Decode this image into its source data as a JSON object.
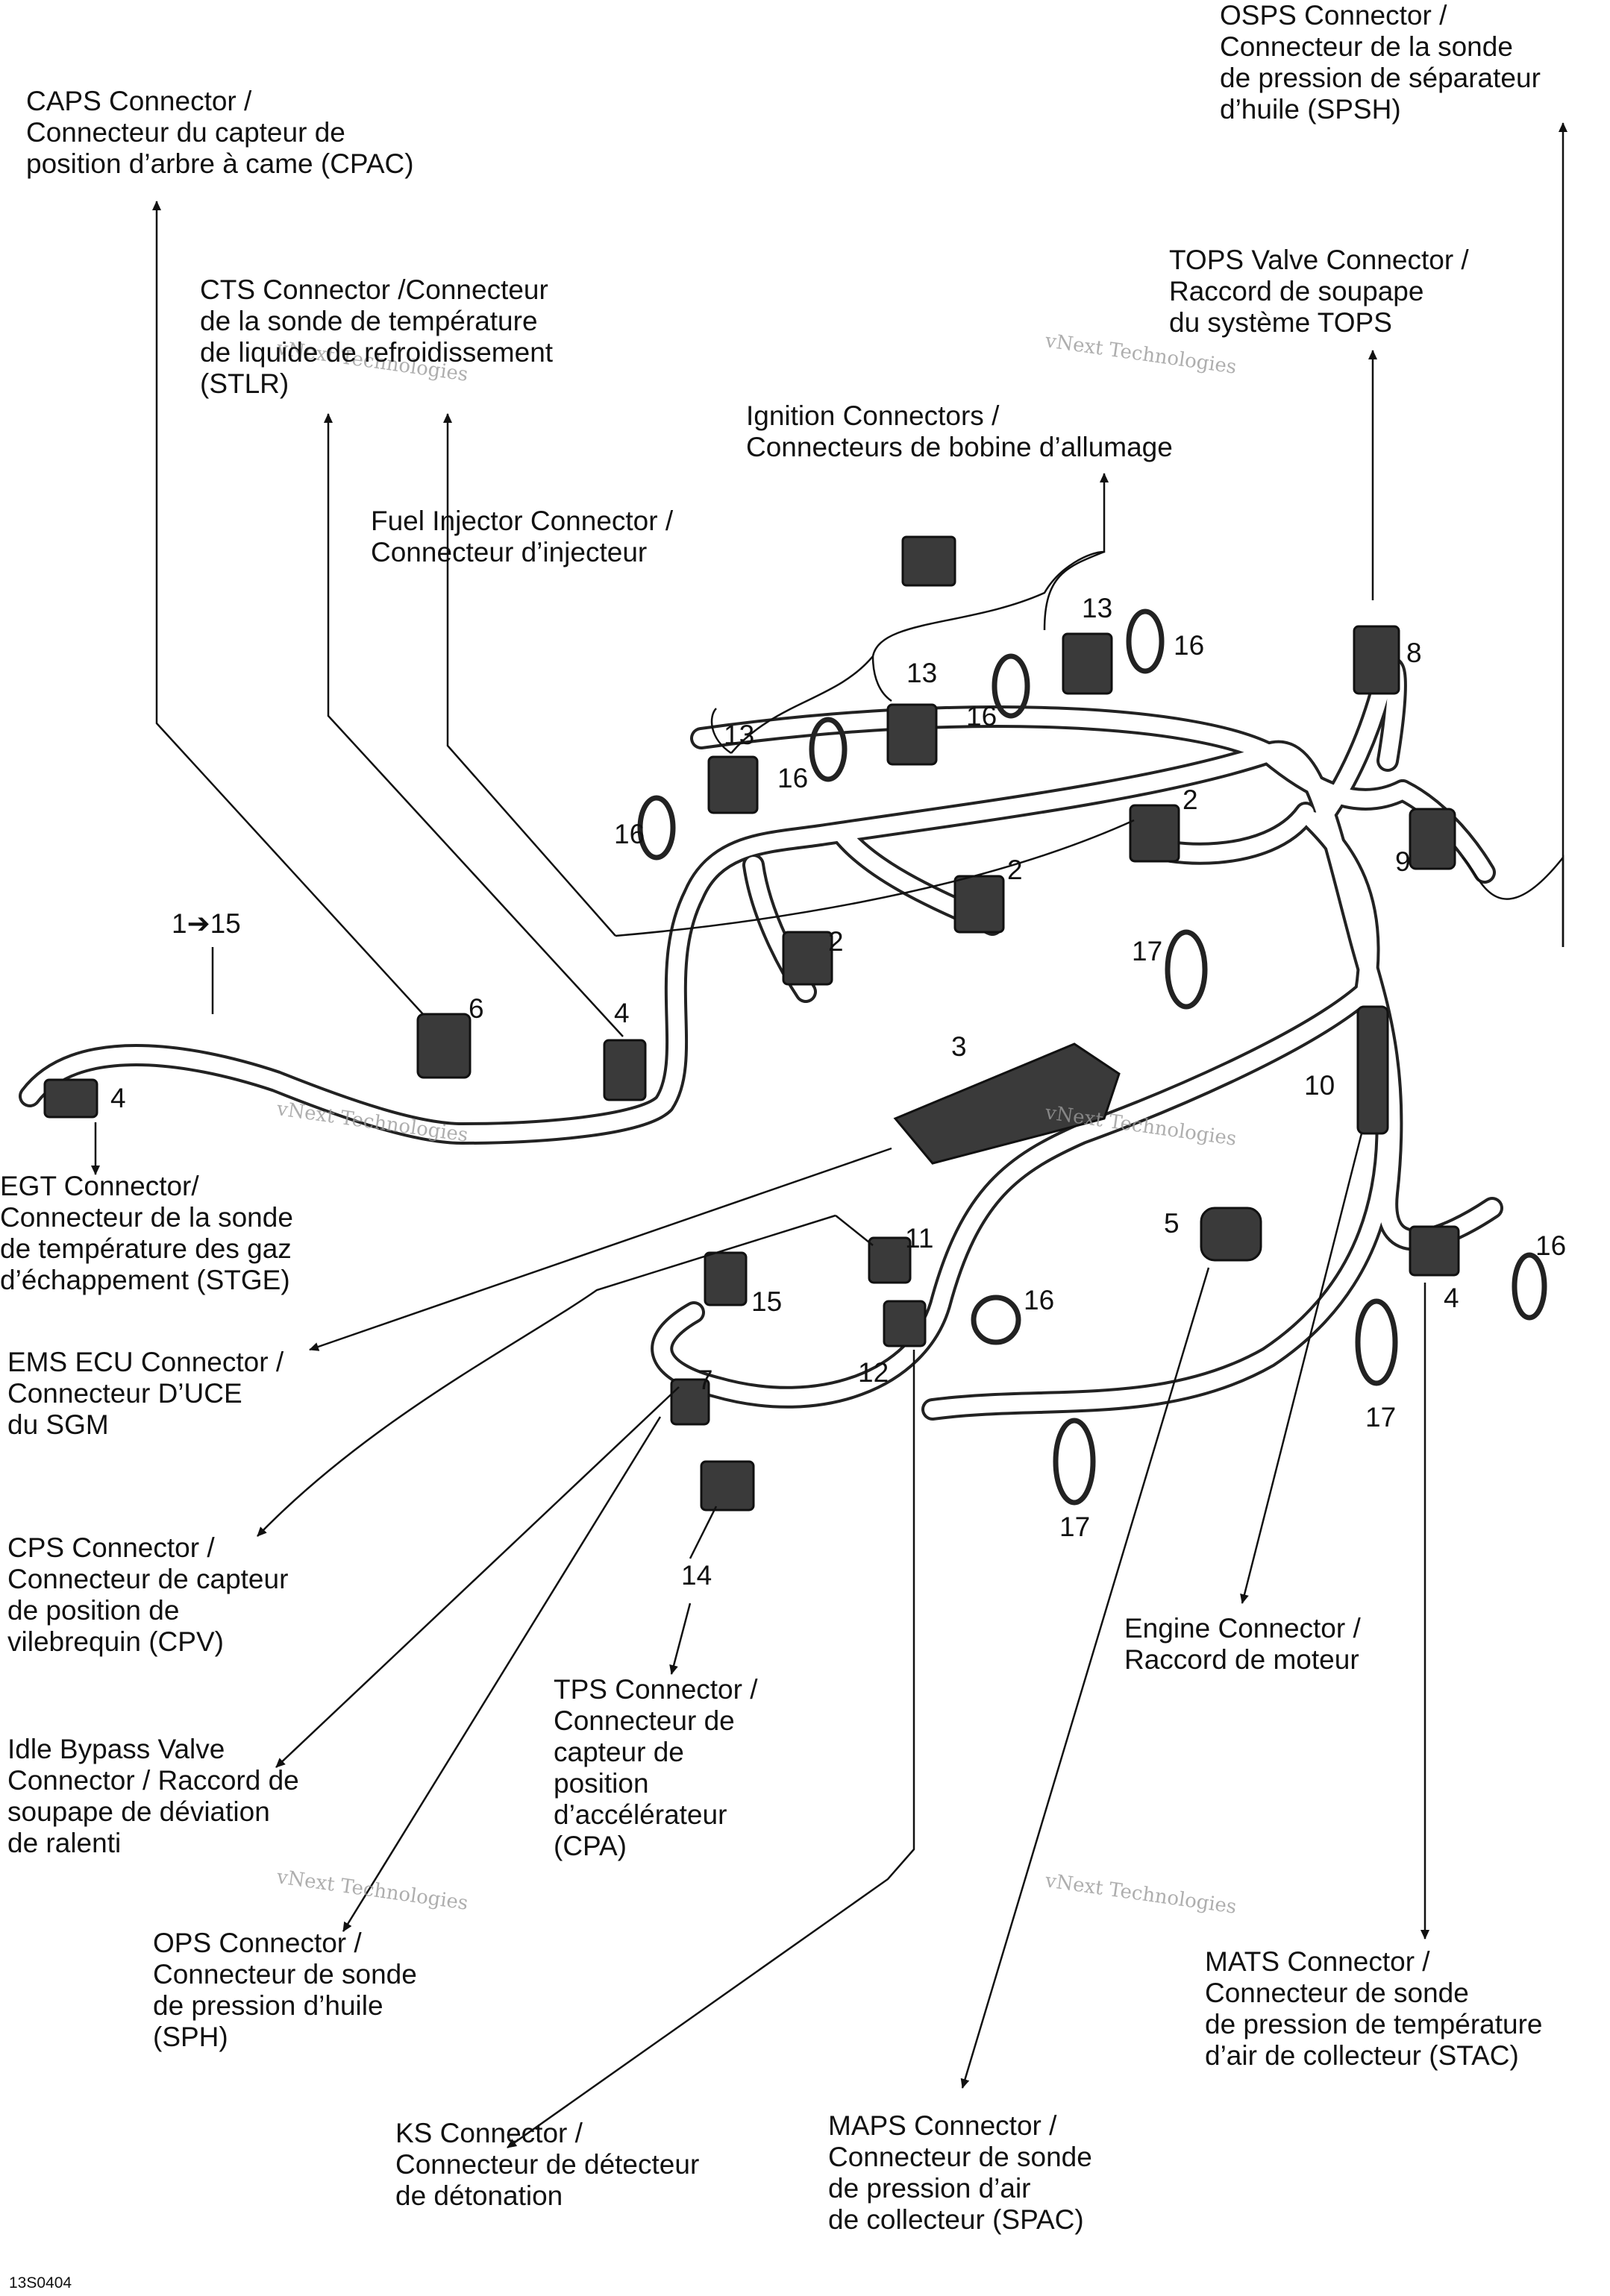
{
  "figure_code": "13S0404",
  "watermark": "vNext Technologies",
  "labels": {
    "osps": "OSPS Connector /\nConnecteur de la sonde\nde pression de séparateur\nd’huile (SPSH)",
    "caps": "CAPS Connector /\nConnecteur du capteur de\nposition d’arbre à came (CPAC)",
    "cts": "CTS Connector /Connecteur\nde la sonde de température\nde liquide de refroidissement\n(STLR)",
    "tops": "TOPS Valve Connector /\nRaccord de soupape\ndu système TOPS",
    "ignition": "Ignition Connectors /\nConnecteurs de bobine d’allumage",
    "fuel": "Fuel Injector Connector /\nConnecteur d’injecteur",
    "egt": "EGT Connector/\nConnecteur de la sonde\nde température des gaz\nd’échappement (STGE)",
    "ems": "EMS ECU Connector /\nConnecteur D’UCE\ndu SGM",
    "cps": "CPS Connector /\nConnecteur de capteur\nde position de\nvilebrequin (CPV)",
    "idle": "Idle Bypass Valve\nConnector / Raccord de\nsoupape de déviation\nde ralenti",
    "tps": "TPS Connector /\nConnecteur de\ncapteur de\nposition\nd’accélérateur\n(CPA)",
    "engine": "Engine Connector /\nRaccord de moteur",
    "ops": "OPS Connector /\nConnecteur de sonde\nde pression d’huile\n(SPH)",
    "mats": "MATS Connector /\nConnecteur de sonde\nde pression de température\nd’air de collecteur (STAC)",
    "ks": "KS Connector /\nConnecteur de détecteur\nde détonation",
    "maps": "MAPS Connector /\nConnecteur de sonde\nde pression d’air\nde collecteur (SPAC)"
  },
  "numbers": {
    "range": "1➔15",
    "n1": "2",
    "n2": "2",
    "n3": "2",
    "n4": "3",
    "n5": "4",
    "n6": "4",
    "n7": "4",
    "n8": "5",
    "n9": "6",
    "n10": "7",
    "n11": "8",
    "n12": "9",
    "n13": "10",
    "n14": "11",
    "n15": "12",
    "n16": "13",
    "n17": "13",
    "n18": "13",
    "n19": "14",
    "n20": "15",
    "n21": "16",
    "n22": "16",
    "n23": "16",
    "n24": "16",
    "n25": "16",
    "n26": "16",
    "n27": "17",
    "n28": "17",
    "n29": "17"
  }
}
